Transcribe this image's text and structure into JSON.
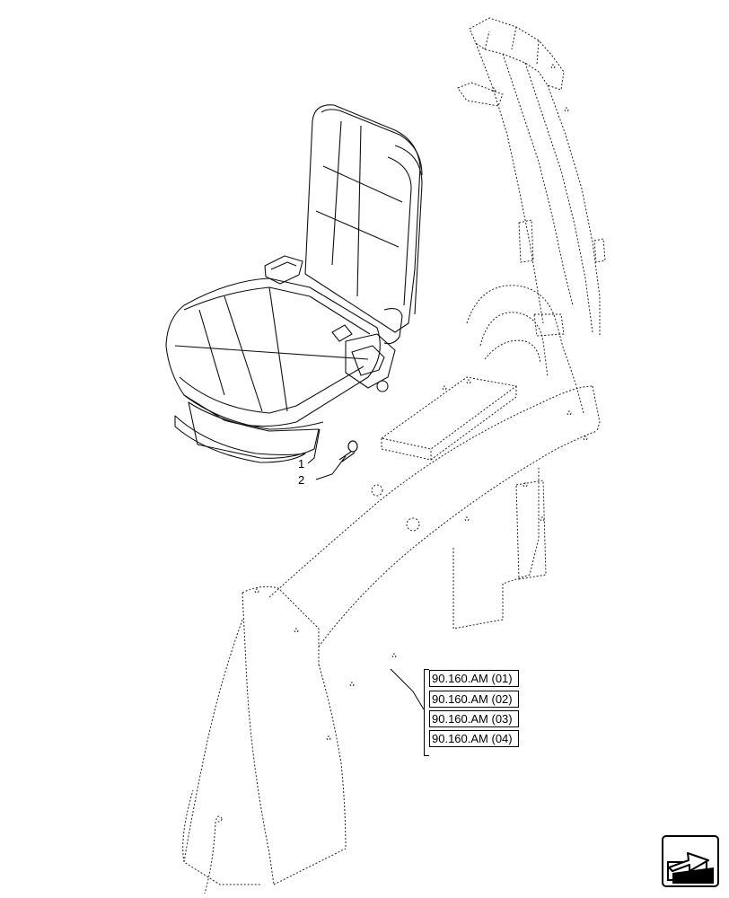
{
  "callouts": [
    {
      "number": "1"
    },
    {
      "number": "2"
    }
  ],
  "references": [
    {
      "label": "90.160.AM (01)"
    },
    {
      "label": "90.160.AM (02)"
    },
    {
      "label": "90.160.AM (03)"
    },
    {
      "label": "90.160.AM (04)"
    }
  ],
  "navigation": {
    "icon": "next-page-arrow-icon"
  }
}
